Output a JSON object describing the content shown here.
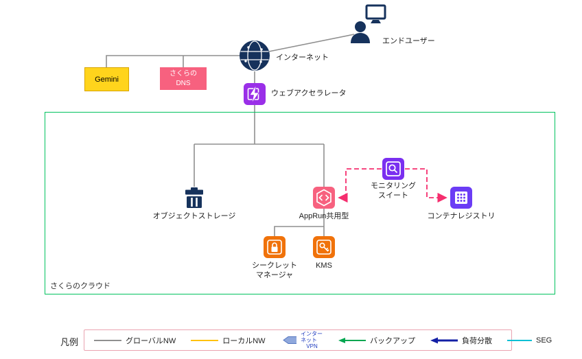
{
  "nodes": {
    "end_user": {
      "label": "エンドユーザー"
    },
    "internet": {
      "label": "インターネット"
    },
    "gemini": {
      "label": "Gemini"
    },
    "sakura_dns": {
      "line1": "さくらの",
      "line2": "DNS"
    },
    "web_accelerator": {
      "label": "ウェブアクセラレータ"
    },
    "cloud_region": {
      "label": "さくらのクラウド"
    },
    "object_storage": {
      "label": "オブジェクトストレージ"
    },
    "apprun": {
      "label": "AppRun共用型"
    },
    "monitoring_suite": {
      "line1": "モニタリング",
      "line2": "スイート"
    },
    "container_registry": {
      "label": "コンテナレジストリ"
    },
    "secret_manager": {
      "line1": "シークレット",
      "line2": "マネージャ"
    },
    "kms": {
      "label": "KMS"
    }
  },
  "legend": {
    "title": "凡例",
    "items": [
      {
        "label": "グローバルNW"
      },
      {
        "label": "ローカルNW"
      },
      {
        "label": "インターネット",
        "label2": "VPN"
      },
      {
        "label": "バックアップ"
      },
      {
        "label": "負荷分散"
      },
      {
        "label": "SEG"
      }
    ]
  },
  "colors": {
    "navy": "#16325c",
    "purple": "#9a2fe8",
    "violet": "#7a2ff0",
    "indigo": "#6b3cf5",
    "pink": "#f7617f",
    "orange": "#f0720a",
    "yellow": "#ffd41c",
    "yellow_border": "#d8a400",
    "green_border": "#00c25e",
    "edge_gray": "#8f8f8f",
    "dashed_pink": "#f52e6e",
    "legend_border": "#eaa3b0",
    "local_nw": "#ffc20e",
    "backup_green": "#00a650",
    "load_balance_blue": "#131fa5",
    "seg_cyan": "#00c0d4",
    "vpn_fill": "#8fa8dc",
    "vpn_stroke": "#5577c0",
    "vpn_text": "#1f3bbf"
  }
}
